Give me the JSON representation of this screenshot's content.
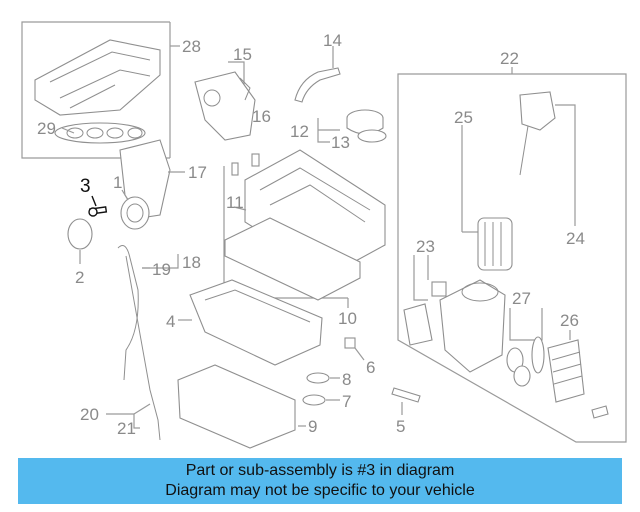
{
  "callouts": {
    "c1": "1",
    "c2": "2",
    "c3": "3",
    "c4": "4",
    "c5": "5",
    "c6": "6",
    "c7": "7",
    "c8": "8",
    "c9": "9",
    "c10": "10",
    "c11": "11",
    "c12": "12",
    "c13": "13",
    "c14": "14",
    "c15": "15",
    "c16": "16",
    "c17": "17",
    "c18": "18",
    "c19": "19",
    "c20": "20",
    "c21": "21",
    "c22": "22",
    "c23": "23",
    "c24": "24",
    "c25": "25",
    "c26": "26",
    "c27": "27",
    "c28": "28",
    "c29": "29"
  },
  "highlight_color": "#111111",
  "callout_color": "#8a8a8a",
  "banner": {
    "line1": "Part or sub-assembly is #3 in diagram",
    "line2": "Diagram may not be specific to your vehicle",
    "background": "#54b9ee"
  }
}
